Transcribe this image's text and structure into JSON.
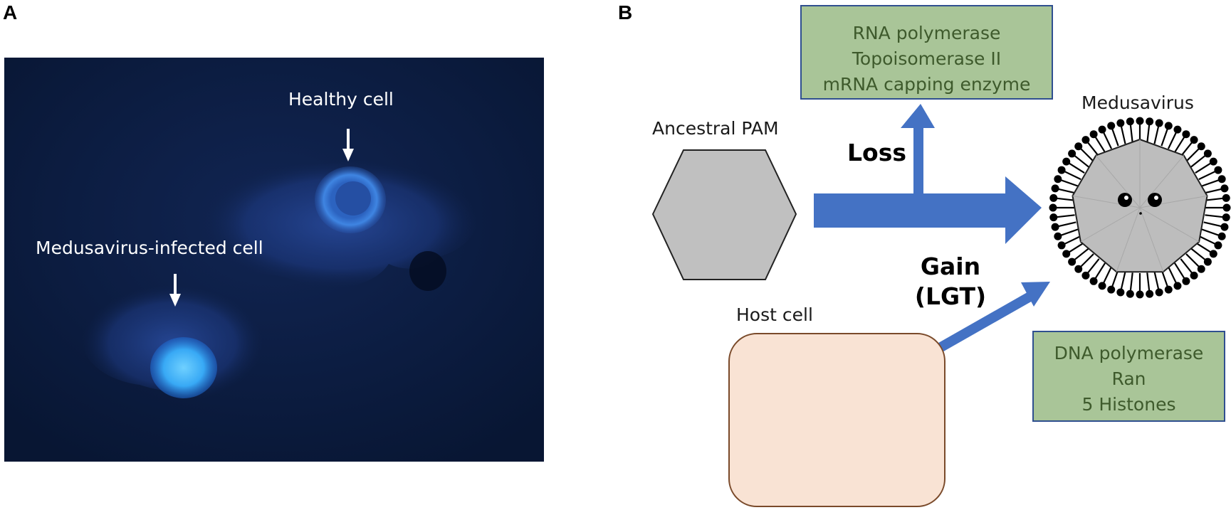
{
  "panels": {
    "a": "A",
    "b": "B"
  },
  "micrograph": {
    "healthy_label": "Healthy cell",
    "infected_label": "Medusavirus-infected cell"
  },
  "diagram": {
    "ancestral_label": "Ancestral PAM",
    "medusavirus_label": "Medusavirus",
    "host_label": "Host cell",
    "loss_label": "Loss",
    "gain_label": "Gain",
    "lgt_label": "(LGT)",
    "lost_genes": [
      "RNA polymerase",
      "Topoisomerase II",
      "mRNA capping enzyme"
    ],
    "gained_genes": [
      "DNA polymerase",
      "Ran",
      "5 Histones"
    ]
  },
  "colors": {
    "micrograph_bg": "#0b1a3d",
    "gene_box_fill": "#a9c598",
    "gene_box_border": "#2f4f8f",
    "arrow_blue": "#4472c4",
    "hexagon_fill": "#c0c0c0",
    "host_cell_fill": "#f9e3d4"
  }
}
